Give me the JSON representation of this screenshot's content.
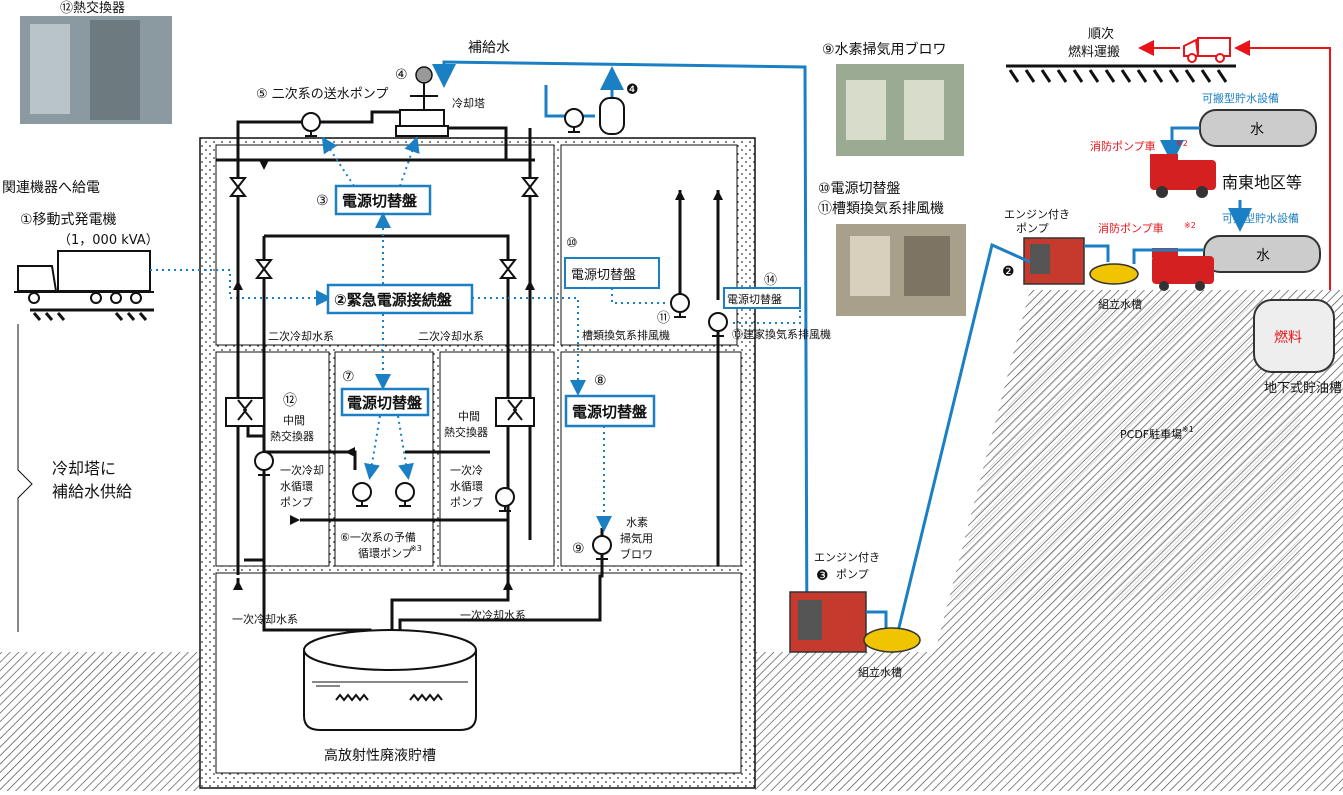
{
  "photos": {
    "heat_exchanger": "⑫熱交換器",
    "hydrogen_blower": "⑨水素掃気用ブロワ",
    "switchboard_title_1": "⑩電源切替盤",
    "switchboard_title_2": "⑪槽類換気系排風機"
  },
  "left": {
    "supply_power": "関連機器へ給電",
    "generator_name": "①移動式発電機",
    "generator_capacity": "（1，000 kVA）",
    "supply_water_1": "冷却塔に",
    "supply_water_2": "補給水供給"
  },
  "plant": {
    "makeup_water": "補給水",
    "p4_num": "④",
    "cooling_tower": "冷却塔",
    "p5": "⑤ 二次系の送水ポンプ",
    "p3_num": "③",
    "switch": "電源切替盤",
    "p2": "②緊急電源接続盤",
    "secondary_left": "二次冷却水系",
    "secondary_right": "二次冷却水系",
    "p10_num": "⑩",
    "p11_num": "⑪",
    "tank_exhaust": "槽類換気系排風機",
    "p14_num": "⑭",
    "p13": "⑬建家換気系排風機",
    "p7_num": "⑦",
    "p8_num": "⑧",
    "p12_num": "⑫",
    "hx_left_1": "中間",
    "hx_left_2": "熱交換器",
    "hx_right_1": "中間",
    "hx_right_2": "熱交換器",
    "pump_left_1": "一次冷却",
    "pump_left_2": "水循環",
    "pump_left_3": "ポンプ",
    "pump_right_1": "一次冷",
    "pump_right_2": "水循環",
    "pump_right_3": "ポンプ",
    "p6_line1": "⑥一次系の予備",
    "p6_line2": "循環ポンプ",
    "p6_mark": "※3",
    "p9_num": "⑨",
    "h2_1": "水素",
    "h2_2": "掃気用",
    "h2_3": "ブロワ",
    "primary_left": "一次冷却水系",
    "primary_right": "一次冷却水系",
    "tank": "高放射性廃液貯槽"
  },
  "right": {
    "marker_4": "❹",
    "seq_1": "順次",
    "seq_2": "燃料運搬",
    "portable_water_top": "可搬型貯水設備",
    "fire_truck": "消防ポンプ車",
    "fire_mark": "※2",
    "southeast": "南東地区等",
    "water": "水",
    "engine_pump_1": "エンジン付き",
    "engine_pump_2": "ポンプ",
    "fire_truck_2": "消防ポンプ車",
    "fire_mark_2": "※2",
    "portable_water_2": "可搬型貯水設備",
    "marker_2": "❷",
    "assembly_tank": "組立水槽",
    "fuel": "燃料",
    "underground_tank": "地下式貯油槽",
    "parking": "PCDF駐車場",
    "parking_mark": "※1",
    "engine_pump_b1": "エンジン付き",
    "marker_3": "❸",
    "engine_pump_b2": "ポンプ",
    "assembly_tank_2": "組立水槽"
  },
  "colors": {
    "blue": "#1b7fc4",
    "red": "#e8141a"
  }
}
